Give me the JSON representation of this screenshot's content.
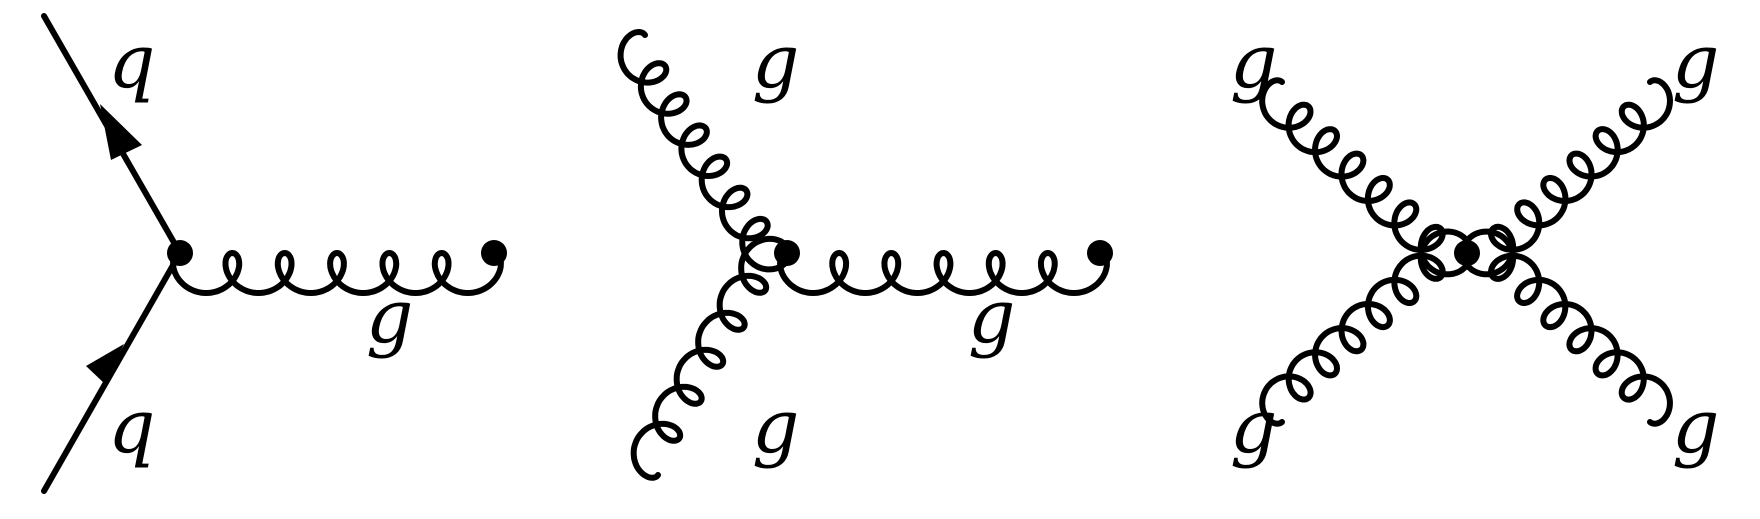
{
  "labels": {
    "quark": "q",
    "gluon": "g"
  },
  "colors": {
    "ink": "#000000",
    "background": "#ffffff"
  },
  "diagrams": [
    {
      "name": "quark-gluon-vertex"
    },
    {
      "name": "three-gluon-vertex"
    },
    {
      "name": "four-gluon-vertex"
    }
  ]
}
